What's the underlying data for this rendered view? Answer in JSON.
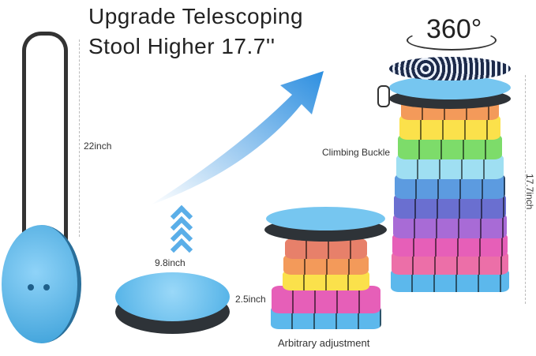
{
  "title": {
    "line1": "Upgrade Telescoping",
    "line2": "Stool Higher 17.7''"
  },
  "labels": {
    "strap_length": "22inch",
    "diameter": "9.8inch",
    "folded_height": "2.5inch",
    "adjustment": "Arbitrary adjustment",
    "buckle": "Climbing Buckle",
    "extended_height": "17.7inch",
    "rotation": "360°"
  },
  "colors": {
    "seat": "#5cb8ec",
    "bands": [
      "#e7806a",
      "#f39a5a",
      "#fbe14b",
      "#7ddc6a",
      "#9fdff2",
      "#5c9be0",
      "#6a6fd0",
      "#a86bd6",
      "#e65fb8",
      "#ec6fa8"
    ]
  }
}
